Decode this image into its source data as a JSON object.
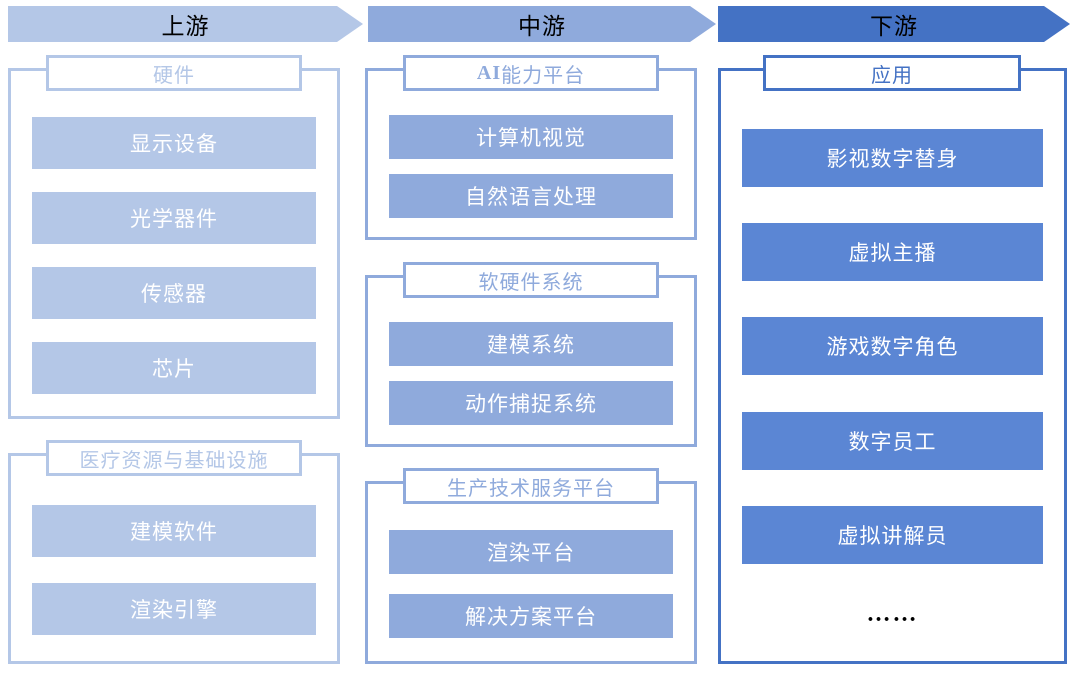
{
  "banners": [
    {
      "label": "上游",
      "color": "#b4c7e7"
    },
    {
      "label": "中游",
      "color": "#8faadc"
    },
    {
      "label": "下游",
      "color": "#4472c4"
    }
  ],
  "columns": [
    {
      "stage": "上游",
      "groups": [
        {
          "title": "硬件",
          "items": [
            "显示设备",
            "光学器件",
            "传感器",
            "芯片"
          ]
        },
        {
          "title": "医疗资源与基础设施",
          "items": [
            "建模软件",
            "渲染引擎"
          ]
        }
      ]
    },
    {
      "stage": "中游",
      "groups": [
        {
          "title": "AI能力平台",
          "title_bold_prefix": "AI",
          "title_rest": "能力平台",
          "items": [
            "计算机视觉",
            "自然语言处理"
          ]
        },
        {
          "title": "软硬件系统",
          "items": [
            "建模系统",
            "动作捕捉系统"
          ]
        },
        {
          "title": "生产技术服务平台",
          "items": [
            "渲染平台",
            "解决方案平台"
          ]
        }
      ]
    },
    {
      "stage": "下游",
      "groups": [
        {
          "title": "应用",
          "items": [
            "影视数字替身",
            "虚拟主播",
            "游戏数字角色",
            "数字员工",
            "虚拟讲解员"
          ],
          "ellipsis": "……"
        }
      ]
    }
  ]
}
